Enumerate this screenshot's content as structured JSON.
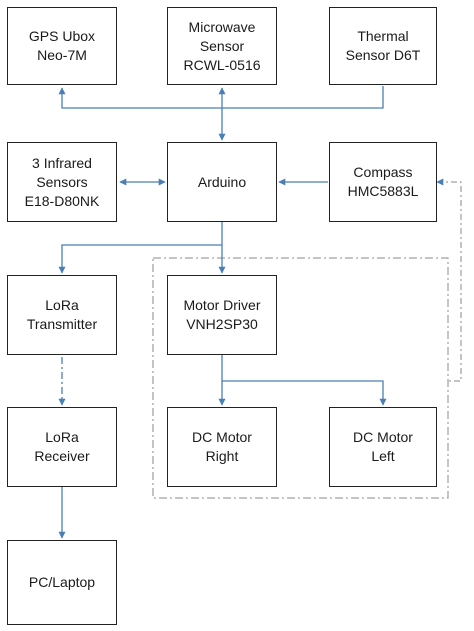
{
  "boxes": {
    "gps": "GPS Ubox\nNeo-7M",
    "microwave": "Microwave\nSensor\nRCWL-0516",
    "thermal": "Thermal\nSensor D6T",
    "infrared": "3 Infrared\nSensors\nE18-D80NK",
    "arduino": "Arduino",
    "compass": "Compass\nHMC5883L",
    "lora_tx": "LoRa\nTransmitter",
    "motor_driver": "Motor Driver\nVNH2SP30",
    "lora_rx": "LoRa\nReceiver",
    "motor_right": "DC Motor\nRight",
    "motor_left": "DC Motor\nLeft",
    "pc": "PC/Laptop"
  },
  "colors": {
    "arrow": "#4a7fb5",
    "box_border": "#222222",
    "dashed": "#8a8a8a"
  }
}
